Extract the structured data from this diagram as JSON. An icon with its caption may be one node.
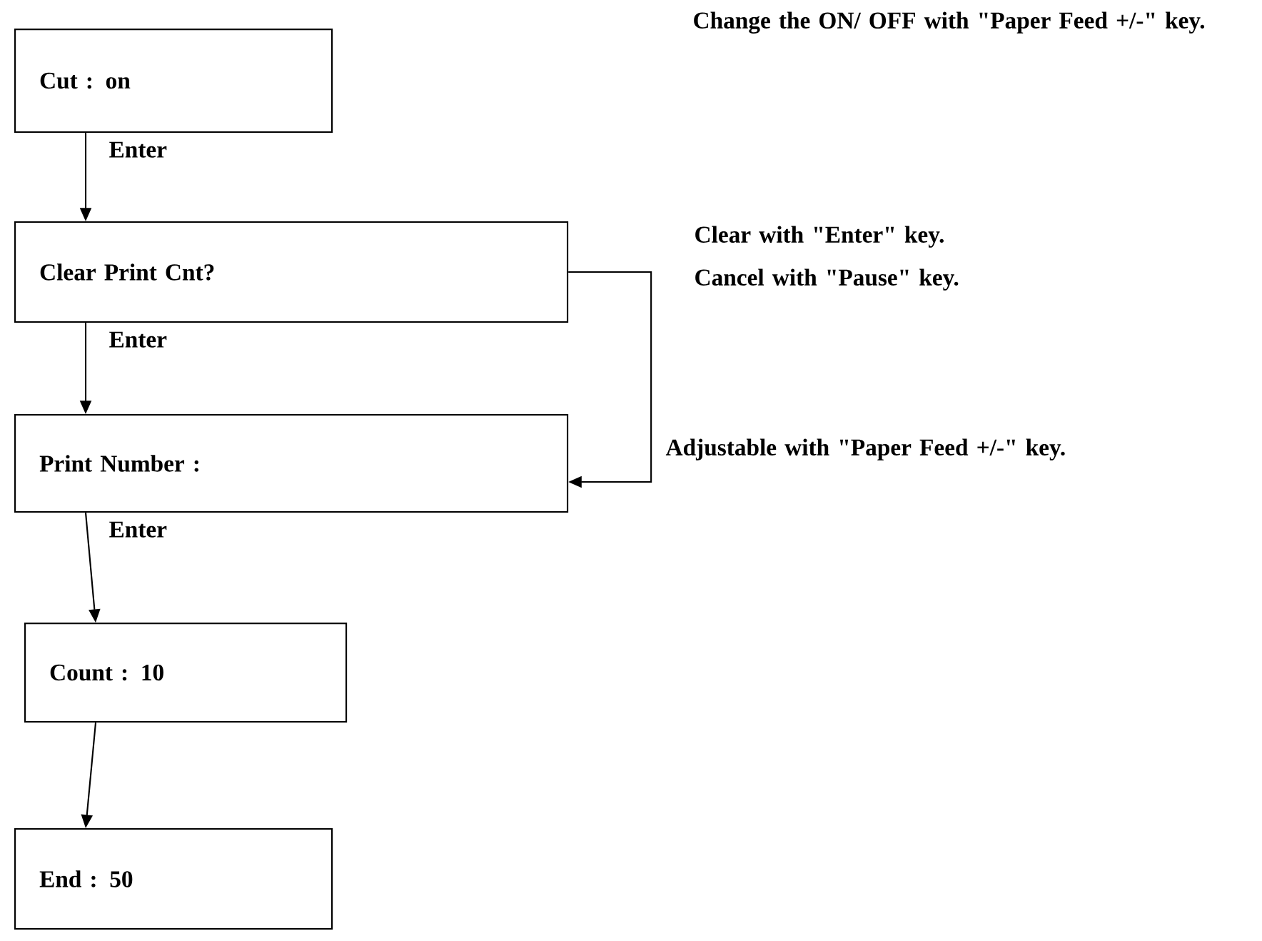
{
  "diagram": {
    "nodes": [
      {
        "text": [
          "Cut : on"
        ]
      },
      {
        "text": [
          "Clear Print Cnt?"
        ]
      },
      {
        "text": [
          "Print Number :"
        ]
      },
      {
        "text": [
          "Count : 10"
        ]
      },
      {
        "text": [
          "End : 50"
        ]
      }
    ],
    "edges": [
      {
        "from": 0,
        "to": 1,
        "arrow": "to",
        "label": "Enter"
      },
      {
        "from": 1,
        "to": 2,
        "arrow": "to",
        "label": "Enter"
      },
      {
        "from": 2,
        "to": 3,
        "arrow": "to",
        "label": "Enter"
      },
      {
        "from": 3,
        "to": 4,
        "arrow": "to"
      },
      {
        "from": 1,
        "to": 2,
        "arrow": "to"
      }
    ],
    "labels": [
      "Change the ON/ OFF with \"Paper Feed +/-\" key.",
      "Clear with \"Enter\" key.",
      "Cancel with \"Pause\" key.",
      "Adjustable with \"Paper Feed +/-\" key."
    ]
  }
}
